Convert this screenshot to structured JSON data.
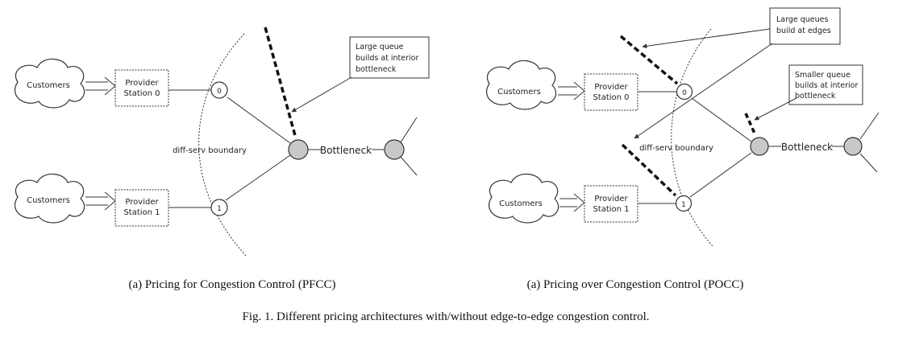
{
  "left_panel": {
    "customers_top": "Customers",
    "customers_bottom": "Customers",
    "provider_0": [
      "Provider",
      "Station 0"
    ],
    "provider_1": [
      "Provider",
      "Station 1"
    ],
    "node_0": "0",
    "node_1": "1",
    "boundary_label": "diff-serv boundary",
    "bottleneck_label": "Bottleneck",
    "callout": [
      "Large queue",
      "builds at interior",
      "bottleneck"
    ],
    "caption": "(a) Pricing for Congestion Control (PFCC)"
  },
  "right_panel": {
    "customers_top": "Customers",
    "customers_bottom": "Customers",
    "provider_0": [
      "Provider",
      "Station 0"
    ],
    "provider_1": [
      "Provider",
      "Station 1"
    ],
    "node_0": "0",
    "node_1": "1",
    "boundary_label": "diff-serv boundary",
    "bottleneck_label": "Bottleneck",
    "callout_edges": [
      "Large queues",
      "build at edges"
    ],
    "callout_interior": [
      "Smaller queue",
      "builds at interior",
      "bottleneck"
    ],
    "caption": "(a) Pricing over Congestion Control (POCC)"
  },
  "figure_caption": "Fig. 1. Different pricing architectures with/without edge-to-edge congestion control.",
  "colors": {
    "bottleneck_fill": "#c8c8c8",
    "stroke": "#333333"
  }
}
